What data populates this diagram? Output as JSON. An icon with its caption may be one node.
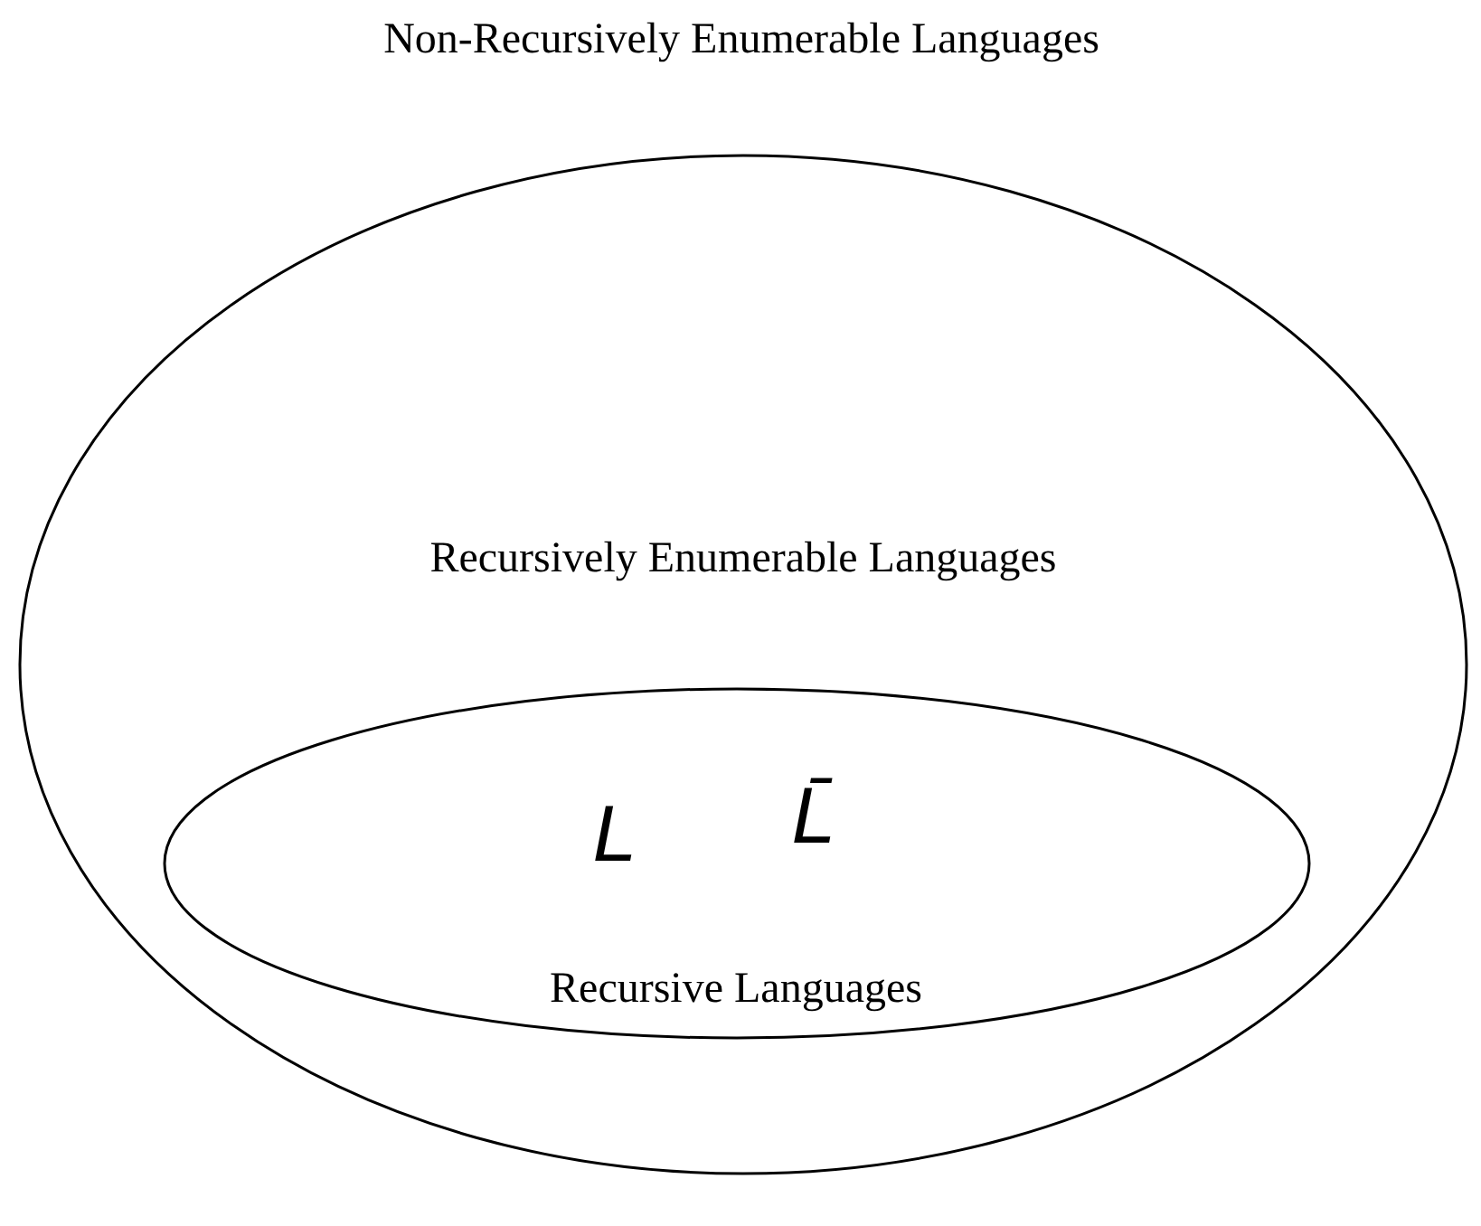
{
  "diagram": {
    "nodes": [
      {
        "text": [
          "Recursively Enumerable Languages"
        ]
      },
      {
        "text": [
          "L",
          "L̄",
          "Recursive Languages"
        ],
        "in": 0
      }
    ],
    "labels": [
      "Non-Recursively Enumerable Languages"
    ]
  }
}
